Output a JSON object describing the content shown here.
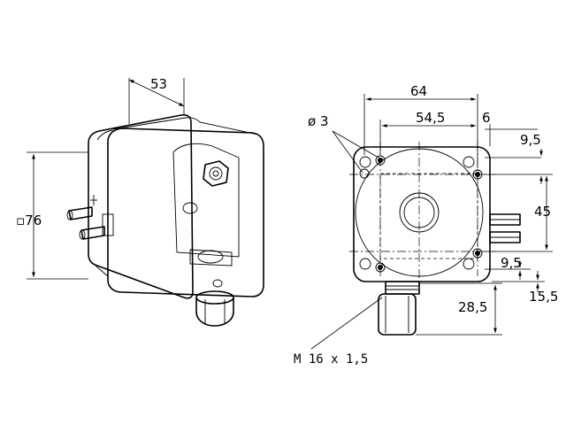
{
  "iso_view": {
    "dim_depth": "53",
    "dim_square": "▫76"
  },
  "front_view": {
    "dim_width_outer": "64",
    "dim_width_inner": "54,5",
    "dim_offset": "6",
    "dim_hole": "ø 3",
    "dim_top_offset": "9,5",
    "dim_vertical": "45",
    "dim_bottom_offset": "9,5",
    "dim_bottom_small": "15,5",
    "dim_gland": "28,5",
    "thread": "M 16 x 1,5"
  }
}
